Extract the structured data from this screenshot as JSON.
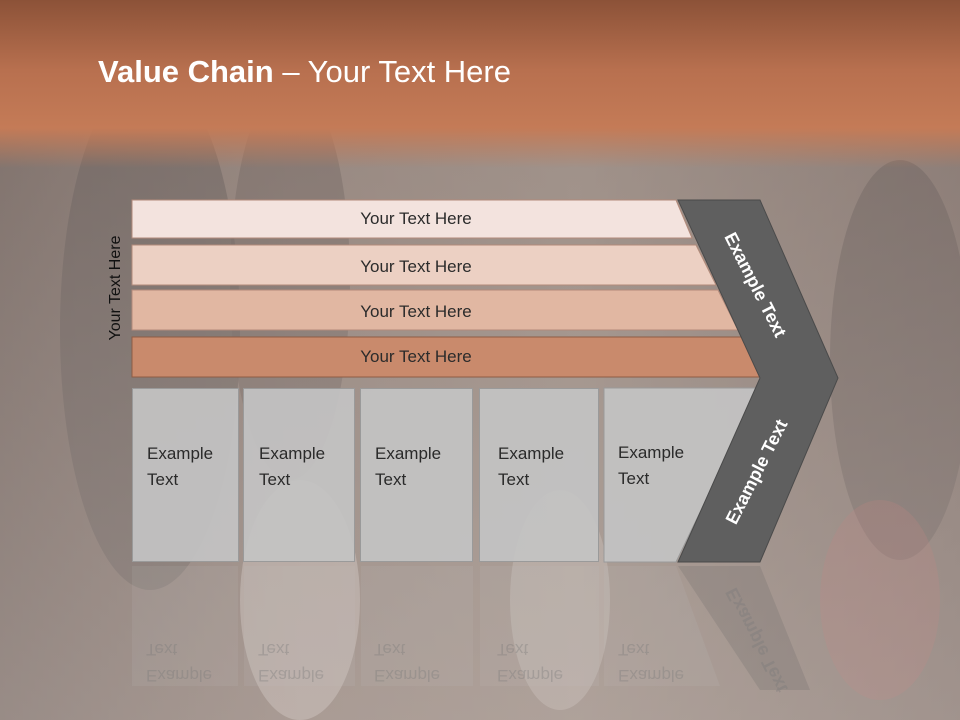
{
  "title": {
    "bold": "Value Chain",
    "rest": " – Your Text Here"
  },
  "side_label": "Your Text Here",
  "bars": [
    {
      "label": "Your Text Here",
      "color": "#f3e3de"
    },
    {
      "label": "Your Text Here",
      "color": "#ecd0c3"
    },
    {
      "label": "Your Text Here",
      "color": "#e1b7a2"
    },
    {
      "label": "Your Text Here",
      "color": "#c98a6c"
    }
  ],
  "boxes": [
    {
      "label": "Example\nText"
    },
    {
      "label": "Example\nText"
    },
    {
      "label": "Example\nText"
    },
    {
      "label": "Example\nText"
    },
    {
      "label": "Example\nText"
    }
  ],
  "chevron": {
    "top_label": "Example Text",
    "bottom_label": "Example Text",
    "color": "#5f5f5f"
  },
  "colors": {
    "title_band": "#b8704f",
    "box_fill": "#c3c3c3"
  }
}
